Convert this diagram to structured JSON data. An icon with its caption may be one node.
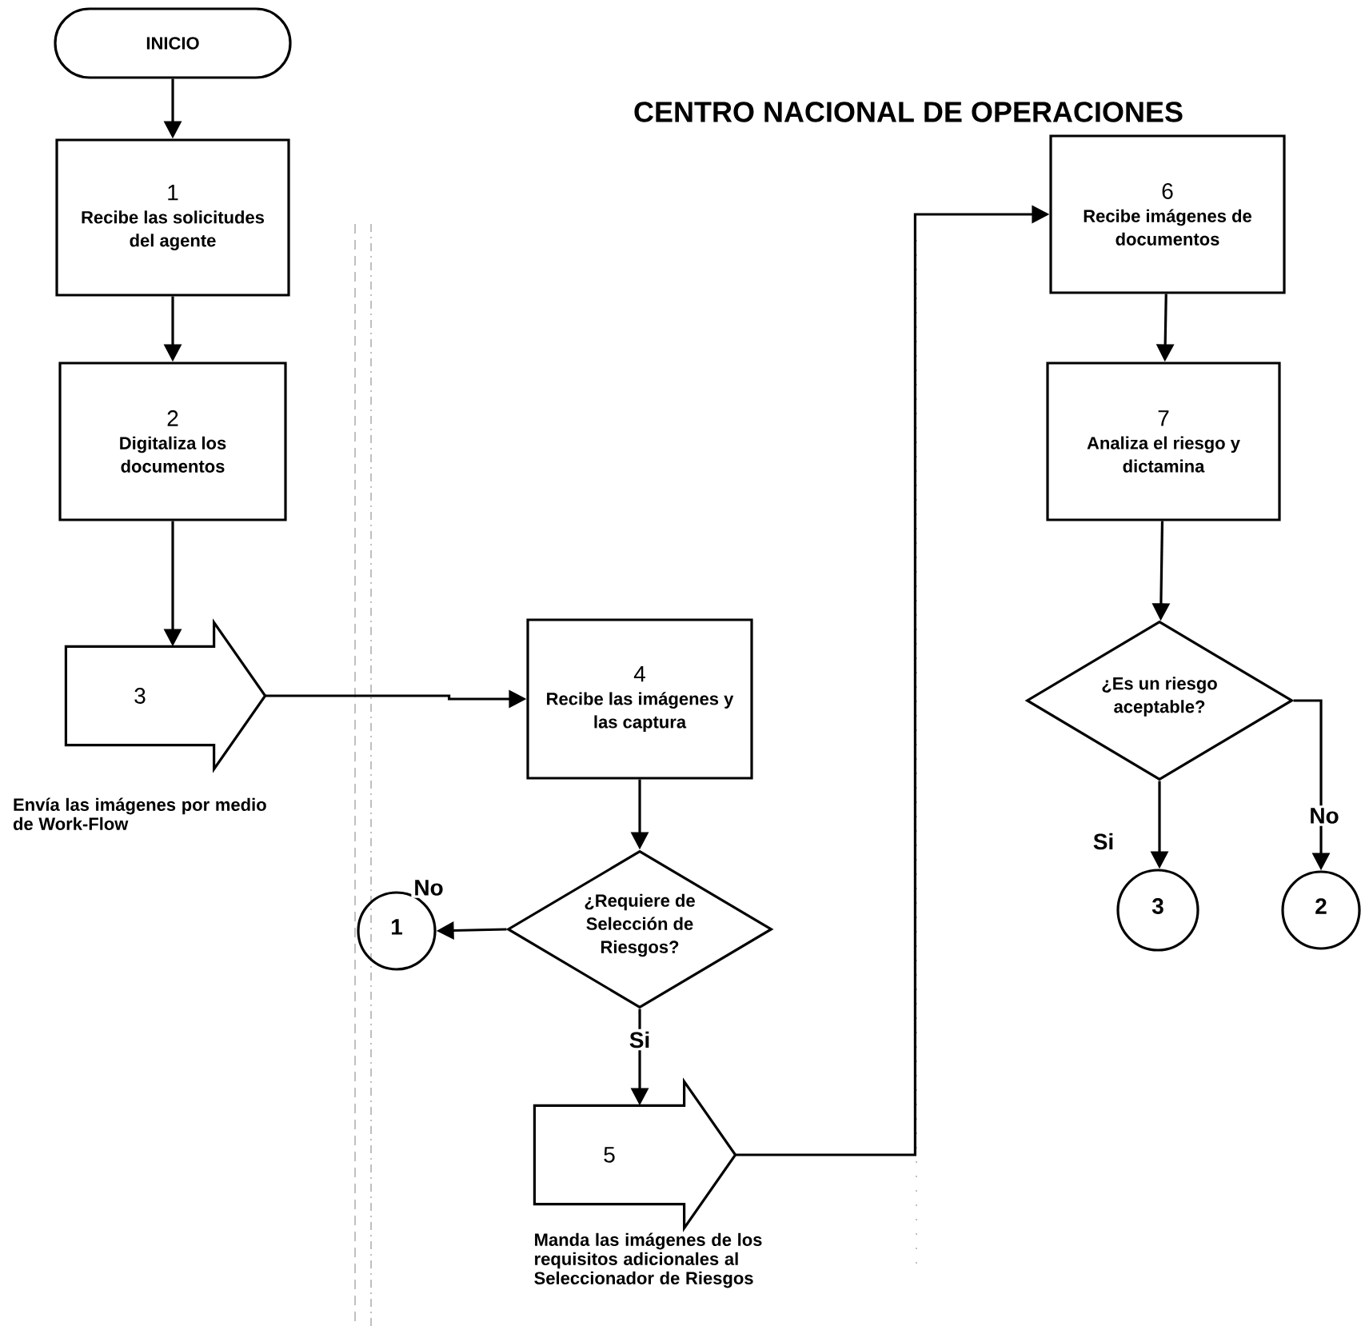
{
  "diagram": {
    "title": "CENTRO NACIONAL DE OPERACIONES",
    "nodes": [
      {
        "text": [
          "INICIO"
        ]
      },
      {
        "text": [
          "1",
          "Recibe las solicitudes del agente"
        ]
      },
      {
        "text": [
          "2",
          "Digitaliza los documentos"
        ]
      },
      {
        "text": [
          "3"
        ],
        "beside": [
          "Envía las imágenes por medio de Work-Flow"
        ]
      },
      {
        "text": [
          "4",
          "Recibe las imágenes y las captura"
        ]
      },
      {
        "text": [
          "¿Requiere de Selección de Riesgos?"
        ]
      },
      {
        "text": [
          "1"
        ]
      },
      {
        "text": [
          "5"
        ],
        "beside": [
          "Manda las imágenes de los requisitos adicionales al Seleccionador de Riesgos"
        ]
      },
      {
        "text": [
          "6",
          "Recibe imágenes de documentos"
        ]
      },
      {
        "text": [
          "7",
          "Analiza el riesgo y dictamina"
        ]
      },
      {
        "text": [
          "¿Es un riesgo aceptable?"
        ]
      },
      {
        "text": [
          "3"
        ]
      },
      {
        "text": [
          "2"
        ]
      }
    ],
    "edges": [
      {
        "from": 0,
        "to": 1,
        "arrow": "to"
      },
      {
        "from": 1,
        "to": 2,
        "arrow": "to"
      },
      {
        "from": 2,
        "to": 3,
        "arrow": "to"
      },
      {
        "from": 3,
        "to": 4,
        "arrow": "to"
      },
      {
        "from": 4,
        "to": 5,
        "arrow": "to"
      },
      {
        "from": 5,
        "to": 6,
        "arrow": "to",
        "label": "No"
      },
      {
        "from": 5,
        "to": 7,
        "arrow": "to",
        "label": "Si"
      },
      {
        "from": 7,
        "to": 8,
        "arrow": "to"
      },
      {
        "from": 8,
        "to": 9,
        "arrow": "to"
      },
      {
        "from": 9,
        "to": 10,
        "arrow": "to"
      },
      {
        "from": 10,
        "to": 11,
        "arrow": "to",
        "label": "Si"
      },
      {
        "from": 10,
        "to": 12,
        "arrow": "to",
        "label": "No"
      }
    ]
  }
}
